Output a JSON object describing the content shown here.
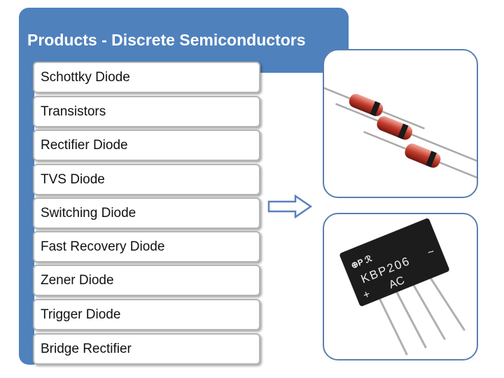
{
  "header": {
    "title": "Products - Discrete Semiconductors"
  },
  "product_list": [
    {
      "label": "Schottky Diode"
    },
    {
      "label": "Transistors"
    },
    {
      "label": "Rectifier Diode"
    },
    {
      "label": "TVS Diode"
    },
    {
      "label": "Switching Diode"
    },
    {
      "label": "Fast Recovery Diode"
    },
    {
      "label": "Zener Diode"
    },
    {
      "label": "Trigger Diode"
    },
    {
      "label": "Bridge Rectifier"
    }
  ],
  "bridge_marking": {
    "line1": "KBP206",
    "line2": "AC",
    "plus": "+",
    "minus": "~"
  },
  "colors": {
    "accent": "#4f81bd",
    "item_border": "#b4b4b4",
    "photo_border": "#5a7fb0"
  }
}
